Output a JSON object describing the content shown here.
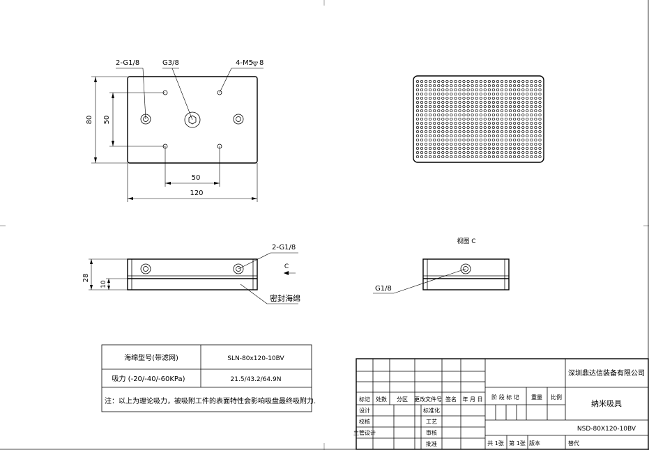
{
  "top_view": {
    "callout_sponge_port": "2-G1/8",
    "callout_main_port": "G3/8",
    "callout_tapped_holes": "4-M5",
    "callout_tapped_depth": "8",
    "dim_height": "80",
    "dim_hole_spacing_v": "50",
    "dim_hole_spacing_h": "50",
    "dim_width": "120"
  },
  "side_view": {
    "callout_port": "2-G1/8",
    "view_arrow_label": "C",
    "dim_thickness": "28",
    "dim_sponge": "10",
    "sponge_label": "密封海绵"
  },
  "view_c": {
    "title": "视图 C",
    "port_label": "G1/8"
  },
  "spec_table": {
    "rows": [
      {
        "label": "海绵型号(带滤网)",
        "value": "SLN-80x120-10BV"
      },
      {
        "label": "吸力 (-20/-40/-60KPa)",
        "value": "21.5/43.2/64.9N"
      }
    ],
    "note": "注：以上为理论吸力，被吸附工件的表面特性会影响吸盘最终吸附力."
  },
  "title_block": {
    "company": "深圳鼎达信装备有限公司",
    "part_name": "纳米吸具",
    "drawing_no": "NSD-80X120-10BV",
    "stage_mark": "阶 段 标 记",
    "weight": "重量",
    "scale": "比例",
    "sheets": "共 1张",
    "sheet": "第 1张",
    "version": "版本",
    "replace": "替代",
    "rev_headers": [
      "标记",
      "处数",
      "分区",
      "更改文件号",
      "签名",
      "年 月 日"
    ],
    "roles_left": [
      "设计",
      "校核",
      "主管设计"
    ],
    "roles_right": [
      "标准化",
      "工艺",
      "审核",
      "批准"
    ]
  }
}
